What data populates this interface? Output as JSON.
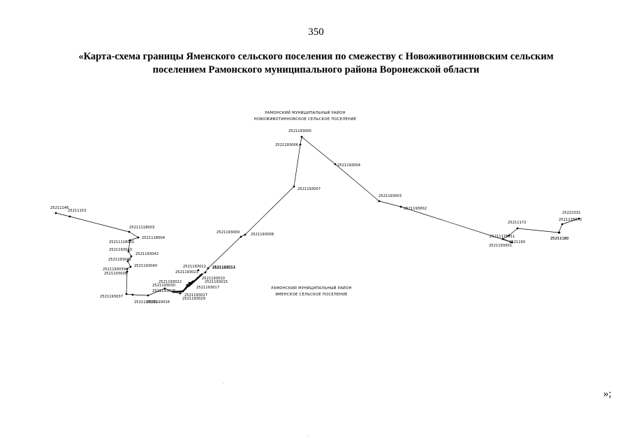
{
  "page_number": "350",
  "title_line1": "«Карта-схема границы Яменского сельского поселения по смежеству с Новоживотинновским сельским",
  "title_line2": "поселением Рамонского муниципального района Воронежской области",
  "closing_mark": "»;",
  "line_color": "#000000",
  "north_region": {
    "line1": "РАМОНСКИЙ МУНИЦИПАЛЬНЫЙ РАЙОН",
    "line2": "НОВОЖИВОТИННОВСКОЕ СЕЛЬСКОЕ ПОСЕЛЕНИЕ"
  },
  "south_region": {
    "line1": "РАМОНСКИЙ МУНИЦИПАЛЬНЫЙ РАЙОН",
    "line2": "ЯМЕНСКОЕ СЕЛЬСКОЕ ПОСЕЛЕНИЕ"
  },
  "boundary_point_labels": [
    "25211146",
    "25211153",
    "25211118003",
    "2521118004",
    "25211118001",
    "2521193043",
    "2521193042",
    "2521193041",
    "2521193040",
    "2521193039",
    "2521193038",
    "2521193037",
    "2521193035",
    "2521193034",
    "2521193030",
    "2521193028",
    "2521193029",
    "2521193027",
    "2521193022",
    "2521193021",
    "2521193017",
    "2521193015",
    "2521193010",
    "2521193014",
    "2521193012",
    "2521193011",
    "2521193009",
    "2521193008",
    "2521193007",
    "2521193006",
    "2521193005",
    "2521193004",
    "2521193003",
    "2521193002",
    "2521193001",
    "25211178011",
    "2521193",
    "25211172",
    "25211180",
    "2521218070",
    "25211180",
    "25222331"
  ]
}
